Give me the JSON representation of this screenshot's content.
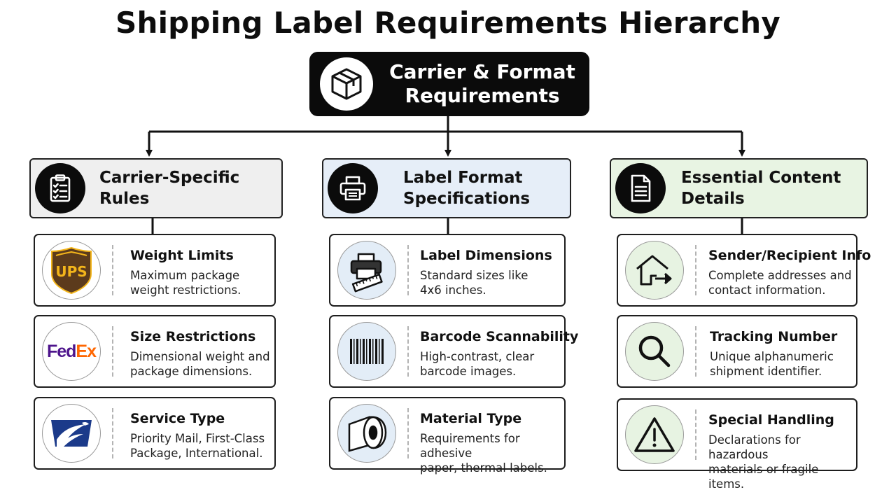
{
  "title": "Shipping Label Requirements Hierarchy",
  "root": {
    "label_line1": "Carrier & Format",
    "label_line2": "Requirements",
    "icon": "package-box-icon"
  },
  "categories": [
    {
      "label": "Carrier-Specific Rules",
      "icon": "clipboard-checklist-icon",
      "fill": "#efefef",
      "items": [
        {
          "title": "Weight Limits",
          "desc_line1": "Maximum package",
          "desc_line2": "weight restrictions.",
          "icon": "ups-logo-icon",
          "logo_text": "UPS"
        },
        {
          "title": "Size Restrictions",
          "desc_line1": "Dimensional weight and",
          "desc_line2": "package dimensions.",
          "icon": "fedex-logo-icon",
          "logo_text_1": "Fed",
          "logo_text_2": "Ex"
        },
        {
          "title": "Service Type",
          "desc_line1": "Priority Mail, First-Class",
          "desc_line2": "Package, International.",
          "icon": "usps-eagle-logo-icon"
        }
      ]
    },
    {
      "label_line1": "Label Format",
      "label_line2": "Specifications",
      "icon": "printer-icon",
      "fill": "#e6eef8",
      "items": [
        {
          "title": "Label Dimensions",
          "desc_line1": "Standard sizes like",
          "desc_line2": "4x6 inches.",
          "icon": "printer-ruler-icon"
        },
        {
          "title": "Barcode Scannability",
          "desc_line1": "High-contrast, clear",
          "desc_line2": "barcode images.",
          "icon": "barcode-icon"
        },
        {
          "title": "Material Type",
          "desc_line1": "Requirements for adhesive",
          "desc_line2": "paper, thermal labels.",
          "icon": "label-roll-icon"
        }
      ]
    },
    {
      "label": "Essential Content Details",
      "icon": "document-icon",
      "fill": "#e8f4e3",
      "items": [
        {
          "title": "Sender/Recipient Info",
          "desc_line1": "Complete addresses and",
          "desc_line2": "contact information.",
          "icon": "house-arrow-icon"
        },
        {
          "title": "Tracking Number",
          "desc_line1": "Unique alphanumeric",
          "desc_line2": "shipment identifier.",
          "icon": "magnifier-icon"
        },
        {
          "title": "Special Handling",
          "desc_line1": "Declarations for hazardous",
          "desc_line2": "materials or fragile items.",
          "icon": "warning-triangle-icon"
        }
      ]
    }
  ],
  "colors": {
    "root_bg": "#0b0b0b",
    "carrier_fill": "#efefef",
    "format_fill": "#e6eef8",
    "content_fill": "#e8f4e3",
    "blue_circle": "#e3edf7",
    "green_circle": "#e7f3e2",
    "ups_brown": "#5c3b1c",
    "ups_gold": "#f3b51b",
    "fedex_purple": "#4d148c",
    "fedex_orange": "#ff6600",
    "usps_blue": "#1b3a8a"
  }
}
